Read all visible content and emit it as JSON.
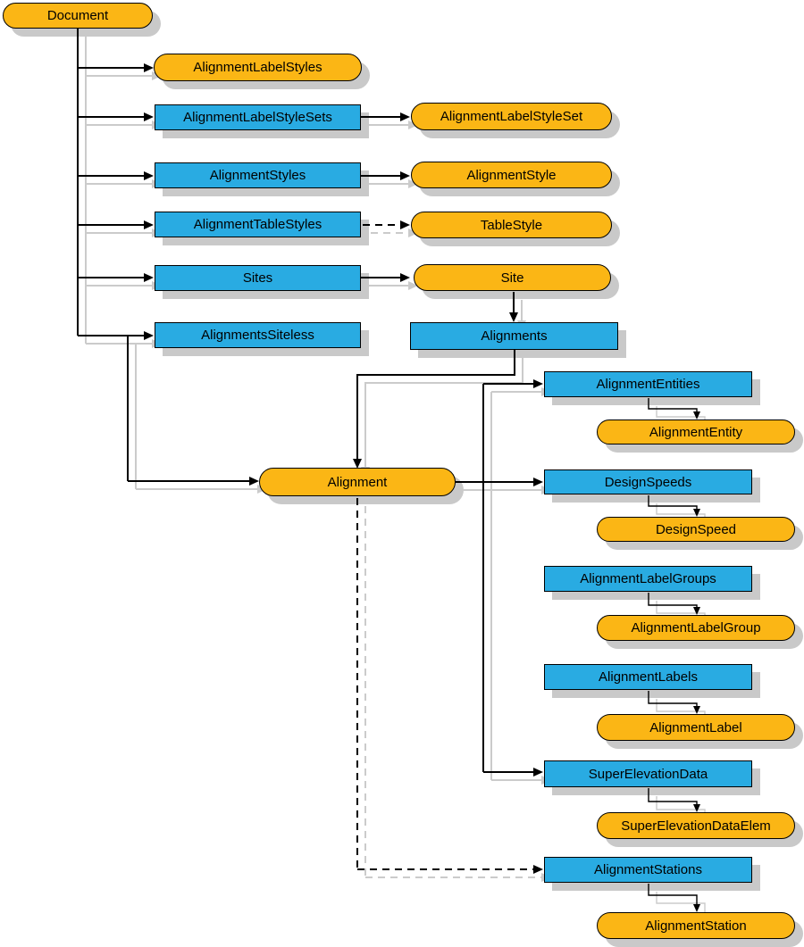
{
  "diagram": {
    "kind": "object-model-hierarchy",
    "background": "#FFFFFF"
  },
  "colors": {
    "object-fill": "#FBB615",
    "collection-fill": "#29ABE2",
    "node-border": "#000000",
    "shadow": "#C9C9C9",
    "wire": "#000000",
    "wire-shadow": "#CBCBCB",
    "text": "#000000"
  },
  "nodes": {
    "document": {
      "label": "Document",
      "kind": "object"
    },
    "alignment_label_styles": {
      "label": "AlignmentLabelStyles",
      "kind": "object"
    },
    "alignment_label_style_sets": {
      "label": "AlignmentLabelStyleSets",
      "kind": "collection"
    },
    "alignment_label_style_set": {
      "label": "AlignmentLabelStyleSet",
      "kind": "object"
    },
    "alignment_styles": {
      "label": "AlignmentStyles",
      "kind": "collection"
    },
    "alignment_style": {
      "label": "AlignmentStyle",
      "kind": "object"
    },
    "alignment_table_styles": {
      "label": "AlignmentTableStyles",
      "kind": "collection"
    },
    "table_style": {
      "label": "TableStyle",
      "kind": "object"
    },
    "sites": {
      "label": "Sites",
      "kind": "collection"
    },
    "site": {
      "label": "Site",
      "kind": "object"
    },
    "alignments_siteless": {
      "label": "AlignmentsSiteless",
      "kind": "collection"
    },
    "alignments": {
      "label": "Alignments",
      "kind": "collection"
    },
    "alignment": {
      "label": "Alignment",
      "kind": "object"
    },
    "alignment_entities": {
      "label": "AlignmentEntities",
      "kind": "collection"
    },
    "alignment_entity": {
      "label": "AlignmentEntity",
      "kind": "object"
    },
    "design_speeds": {
      "label": "DesignSpeeds",
      "kind": "collection"
    },
    "design_speed": {
      "label": "DesignSpeed",
      "kind": "object"
    },
    "alignment_label_groups": {
      "label": "AlignmentLabelGroups",
      "kind": "collection"
    },
    "alignment_label_group": {
      "label": "AlignmentLabelGroup",
      "kind": "object"
    },
    "alignment_labels": {
      "label": "AlignmentLabels",
      "kind": "collection"
    },
    "alignment_label": {
      "label": "AlignmentLabel",
      "kind": "object"
    },
    "super_elevation_data": {
      "label": "SuperElevationData",
      "kind": "collection"
    },
    "super_elevation_data_elem": {
      "label": "SuperElevationDataElem",
      "kind": "object"
    },
    "alignment_stations": {
      "label": "AlignmentStations",
      "kind": "collection"
    },
    "alignment_station": {
      "label": "AlignmentStation",
      "kind": "object"
    }
  },
  "edges": [
    {
      "from": "document",
      "to": "alignment_label_styles",
      "style": "solid"
    },
    {
      "from": "document",
      "to": "alignment_label_style_sets",
      "style": "solid"
    },
    {
      "from": "document",
      "to": "alignment_styles",
      "style": "solid"
    },
    {
      "from": "document",
      "to": "alignment_table_styles",
      "style": "solid"
    },
    {
      "from": "document",
      "to": "sites",
      "style": "solid"
    },
    {
      "from": "document",
      "to": "alignments_siteless",
      "style": "solid"
    },
    {
      "from": "document",
      "to": "alignment",
      "style": "solid"
    },
    {
      "from": "alignment_label_style_sets",
      "to": "alignment_label_style_set",
      "style": "solid"
    },
    {
      "from": "alignment_styles",
      "to": "alignment_style",
      "style": "solid"
    },
    {
      "from": "alignment_table_styles",
      "to": "table_style",
      "style": "dashed"
    },
    {
      "from": "sites",
      "to": "site",
      "style": "solid"
    },
    {
      "from": "site",
      "to": "alignments",
      "style": "solid"
    },
    {
      "from": "alignments",
      "to": "alignment",
      "style": "solid"
    },
    {
      "from": "alignment",
      "to": "alignment_entities",
      "style": "solid"
    },
    {
      "from": "alignment",
      "to": "design_speeds",
      "style": "solid"
    },
    {
      "from": "alignment",
      "to": "super_elevation_data",
      "style": "solid"
    },
    {
      "from": "alignment",
      "to": "alignment_stations",
      "style": "dashed"
    },
    {
      "from": "alignment_entities",
      "to": "alignment_entity",
      "style": "solid"
    },
    {
      "from": "design_speeds",
      "to": "design_speed",
      "style": "solid"
    },
    {
      "from": "alignment_label_groups",
      "to": "alignment_label_group",
      "style": "solid"
    },
    {
      "from": "alignment_labels",
      "to": "alignment_label",
      "style": "solid"
    },
    {
      "from": "super_elevation_data",
      "to": "super_elevation_data_elem",
      "style": "solid"
    },
    {
      "from": "alignment_stations",
      "to": "alignment_station",
      "style": "solid"
    }
  ]
}
